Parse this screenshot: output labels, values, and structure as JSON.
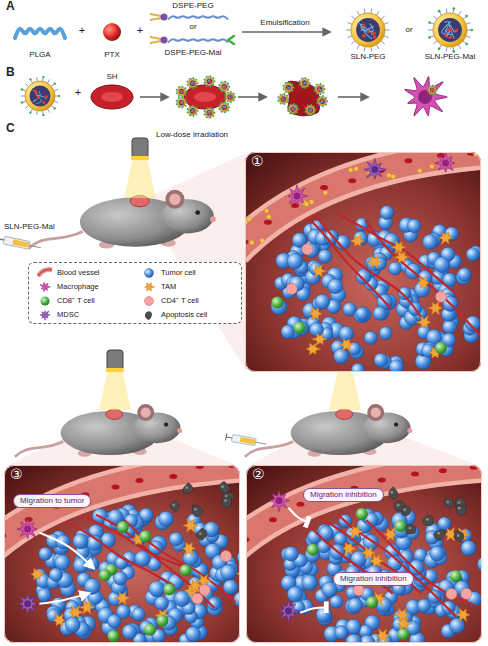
{
  "diagram": {
    "nodes": [
      {
        "text": [
          "①"
        ]
      },
      {
        "text": [
          "③"
        ]
      },
      {
        "text": [
          "Migration to tumor"
        ],
        "in": 1
      },
      {
        "text": [
          "②"
        ]
      },
      {
        "text": [
          "Migration inhibition"
        ],
        "in": 3
      },
      {
        "text": [
          "Migration inhibition"
        ],
        "in": 3
      }
    ],
    "labels": [
      "A",
      "PLGA",
      "+",
      "PTX",
      "+",
      "DSPE-PEG",
      "or",
      "DSPE-PEG-Mal",
      "Emulsification",
      "SLN-PEG",
      "or",
      "SLN-PEG-Mal",
      "B",
      "+",
      "SH",
      "C",
      "Low-dose irradiation",
      "SLN-PEG-Mal"
    ],
    "legend": [
      {
        "text": "Blood vessel"
      },
      {
        "text": "Tumor cell"
      },
      {
        "text": "Macrophage"
      },
      {
        "text": "TAM"
      },
      {
        "text": "CD8⁺ T cell"
      },
      {
        "text": "CD4⁺ T cell"
      },
      {
        "text": "MDSC"
      },
      {
        "text": "Apoptosis cell"
      }
    ]
  }
}
